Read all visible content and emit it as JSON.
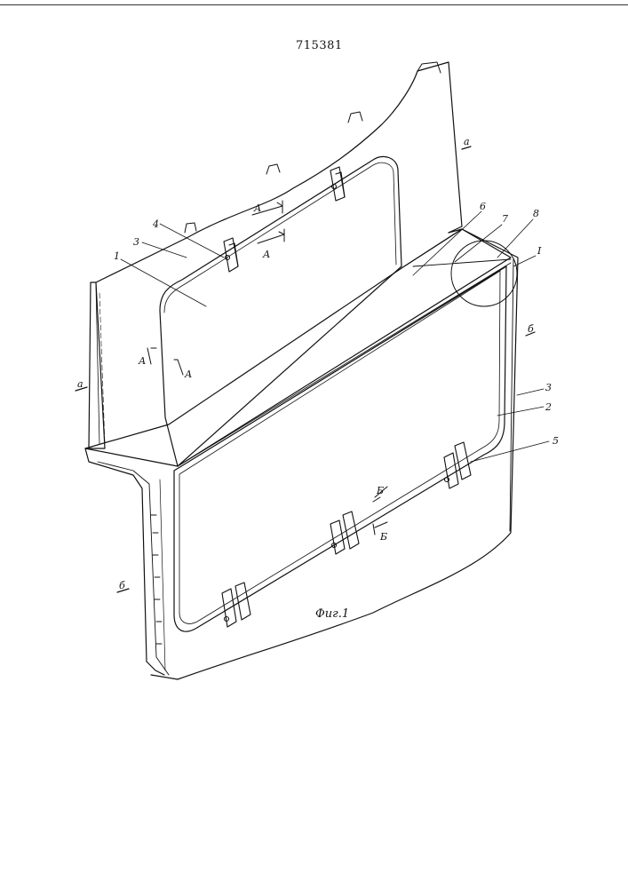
{
  "document": {
    "patent_number": "715381",
    "figure_caption": "Фиг.1"
  },
  "callouts": {
    "c1": "1",
    "c2": "2",
    "c3_left": "3",
    "c3_right": "3",
    "c4": "4",
    "c5": "5",
    "c6": "6",
    "c7": "7",
    "c8": "8",
    "detail": "I"
  },
  "section_marks": {
    "a_top_right": "а",
    "a_left": "а",
    "b_right": "б",
    "b_left": "б",
    "A1": "А",
    "A2": "А",
    "A3": "А",
    "A4": "А",
    "B1": "Б",
    "B2": "Б"
  },
  "colors": {
    "ink": "#111111",
    "paper": "#ffffff"
  }
}
